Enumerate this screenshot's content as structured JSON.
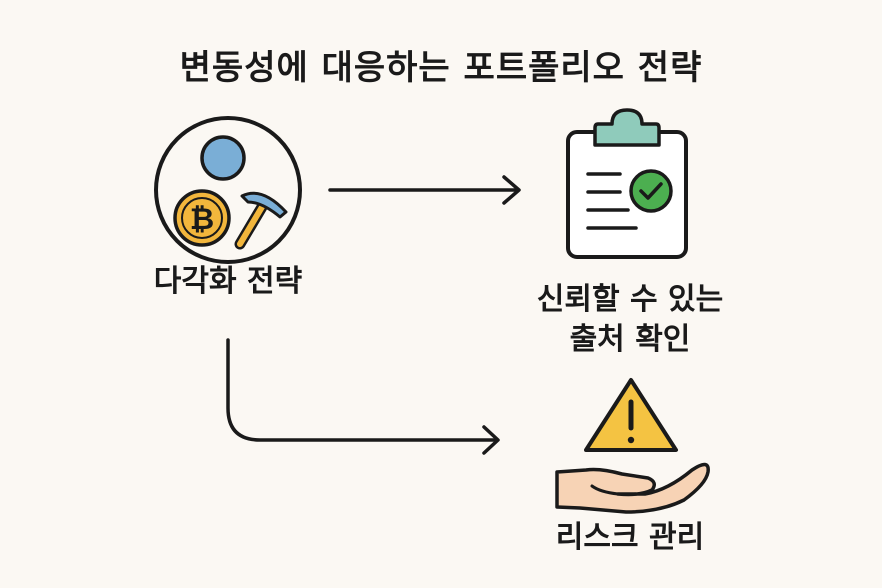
{
  "diagram": {
    "title": "변동성에 대응하는 포트폴리오 전략",
    "nodes": [
      {
        "id": "diversify",
        "label": "다각화 전략",
        "icon": "diversification-circle-icon"
      },
      {
        "id": "source",
        "label_lines": [
          "신뢰할 수 있는",
          "출처 확인"
        ],
        "icon": "clipboard-check-icon"
      },
      {
        "id": "risk",
        "label": "리스크 관리",
        "icon": "hand-warning-icon"
      }
    ],
    "edges": [
      {
        "from": "diversify",
        "to": "source"
      },
      {
        "from": "diversify",
        "to": "risk"
      }
    ],
    "colors": {
      "coin": "#f2b63c",
      "blue": "#7aaed6",
      "teal": "#8fcbbb",
      "green": "#4caf50",
      "warning": "#f4c342",
      "hand": "#f7d3b5",
      "background": "#fbf8f3"
    }
  }
}
